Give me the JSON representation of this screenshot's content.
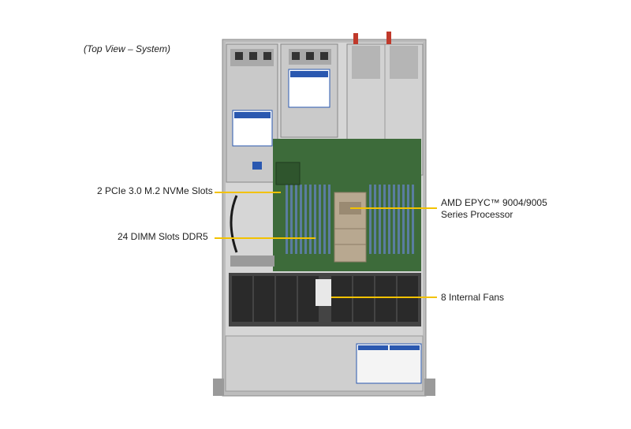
{
  "caption": "(Top View – System)",
  "callouts": {
    "m2": "2 PCIe 3.0 M.2 NVMe Slots",
    "dimm": "24 DIMM Slots DDR5",
    "cpu_line1": "AMD EPYC™ 9004/9005",
    "cpu_line2": "Series Processor",
    "fans": "8 Internal Fans"
  },
  "colors": {
    "leader": "#f2c200",
    "chassis": "#c8c8c8",
    "board": "#3d6b3a",
    "dimm": "#5a7da0",
    "heatsink": "#b8a890",
    "fan": "#2a2a2a",
    "label_blue": "#2a58b0"
  }
}
